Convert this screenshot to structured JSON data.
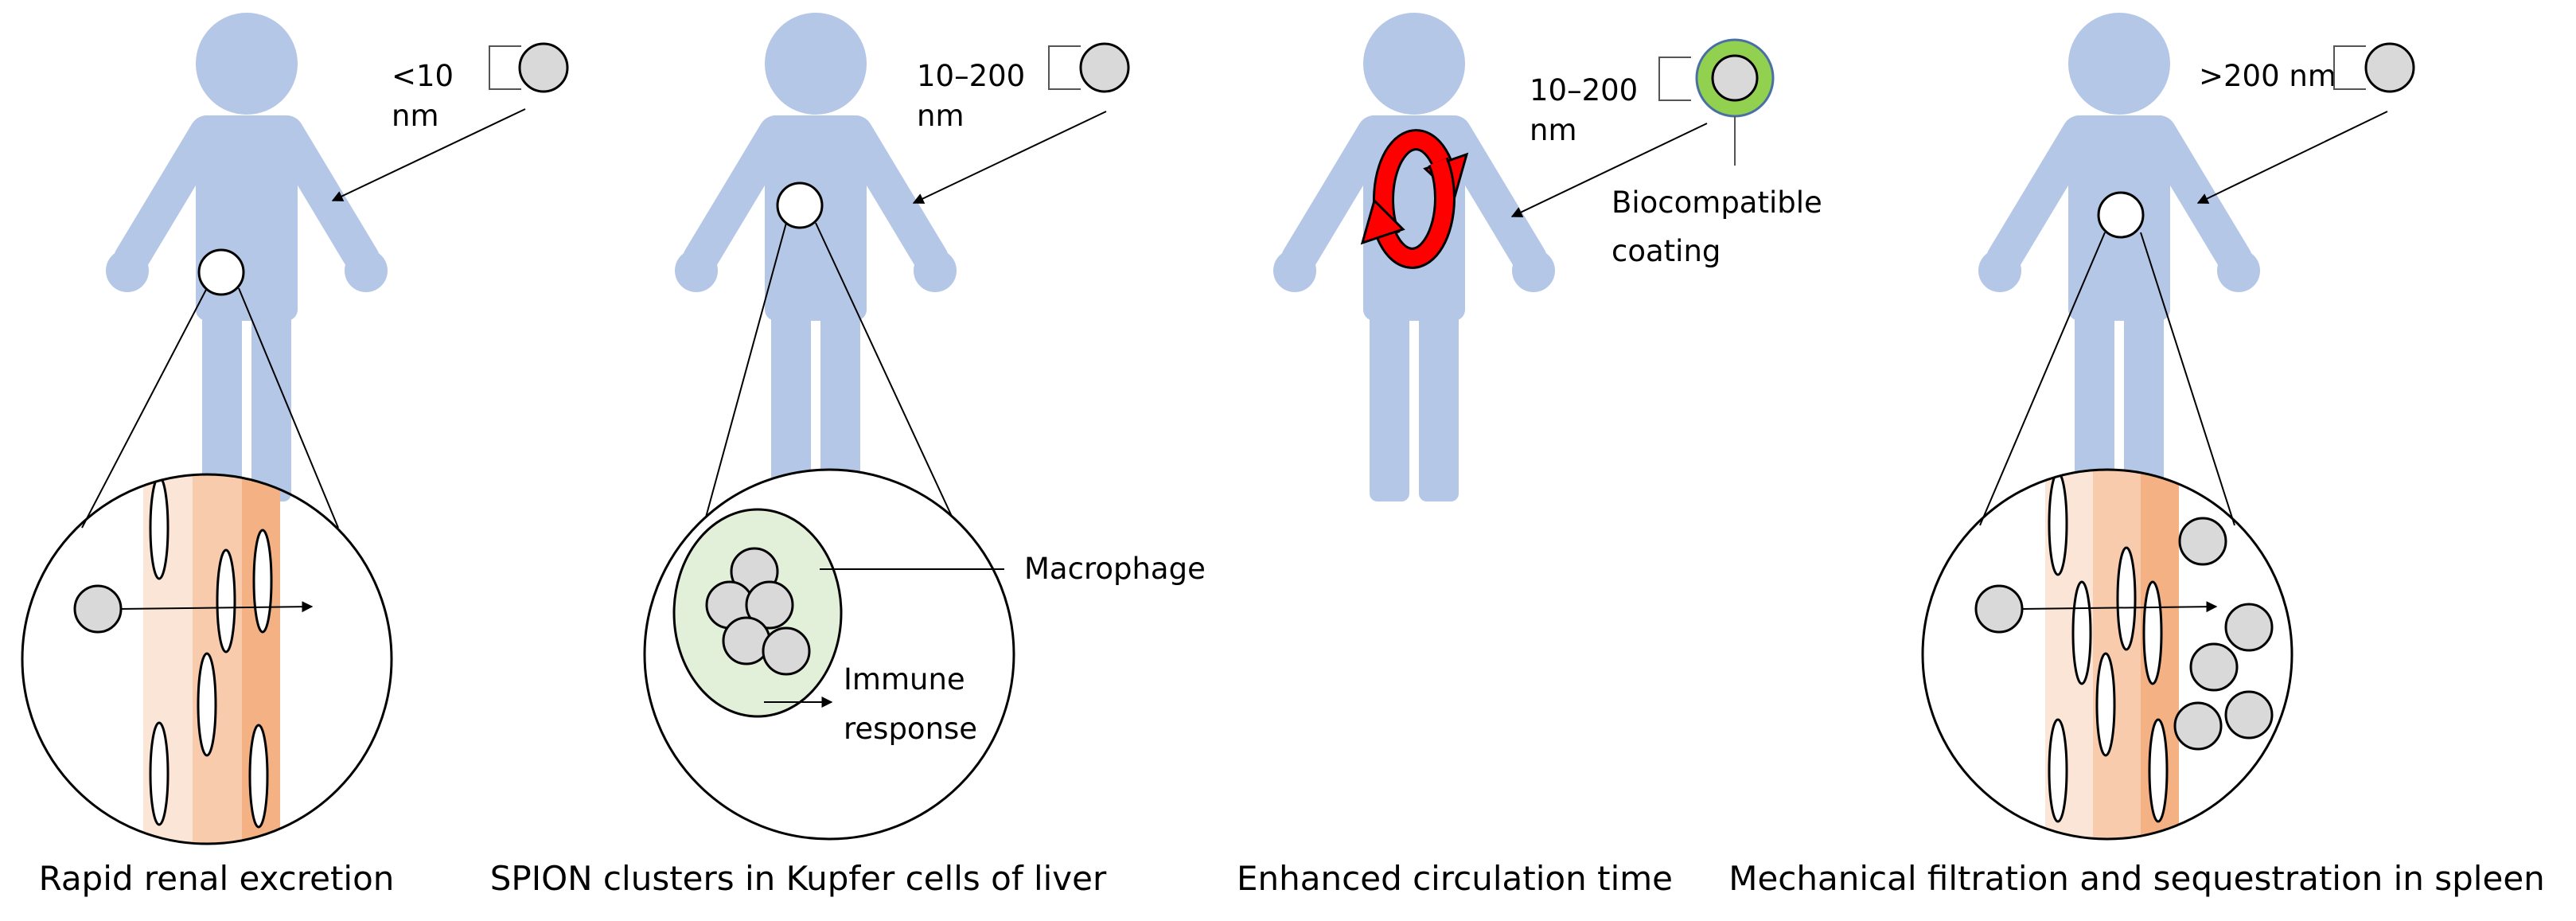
{
  "panels": [
    {
      "size_label_line1": "<10",
      "size_label_line2": "nm",
      "caption": "Rapid renal excretion"
    },
    {
      "size_label_line1": "10–200",
      "size_label_line2": "nm",
      "cell_label": "Macrophage",
      "response_label_line1": "Immune",
      "response_label_line2": "response",
      "caption": "SPION clusters in Kupfer cells of liver"
    },
    {
      "size_label_line1": "10–200",
      "size_label_line2": "nm",
      "coating_label_line1": "Biocompatible",
      "coating_label_line2": "coating",
      "caption": "Enhanced circulation time"
    },
    {
      "size_label": ">200 nm",
      "caption": "Mechanical filtration and sequestration in spleen"
    }
  ],
  "colors": {
    "body": "#b4c7e7",
    "particle": "#d9d9d9",
    "vessel_light": "#fbe5d6",
    "vessel_mid": "#f8cbad",
    "vessel_dark": "#f4b183",
    "macrophage": "#e2f0d9",
    "coating": "#92d050",
    "circulation_arrow": "#ff0000"
  }
}
